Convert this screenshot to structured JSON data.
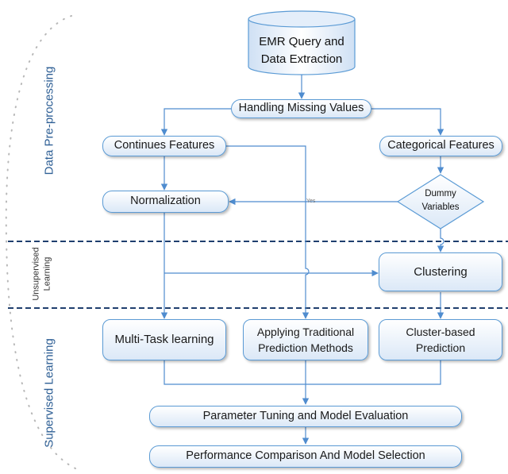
{
  "sections": {
    "preprocessing": "Data Pre-processing",
    "unsupervised": [
      "Unsupervised",
      "Learning"
    ],
    "supervised": "Supervised Learning"
  },
  "nodes": {
    "emr": [
      "EMR Query and",
      "Data Extraction"
    ],
    "missing": "Handling Missing Values",
    "continues": "Continues Features",
    "categorical": "Categorical Features",
    "normalization": "Normalization",
    "dummy": [
      "Dummy",
      "Variables"
    ],
    "clustering": "Clustering",
    "multitask": "Multi-Task learning",
    "traditional": [
      "Applying Traditional",
      "Prediction Methods"
    ],
    "cluster_pred": [
      "Cluster-based",
      "Prediction"
    ],
    "tuning": "Parameter Tuning and Model Evaluation",
    "comparison": "Performance Comparison And Model Selection"
  },
  "edge_labels": {
    "yes": "Yes"
  },
  "colors": {
    "border": "#5b9bd5",
    "line": "#4f8ccf",
    "dash": "#1f3f6e",
    "dots": "#b8b8b8"
  }
}
